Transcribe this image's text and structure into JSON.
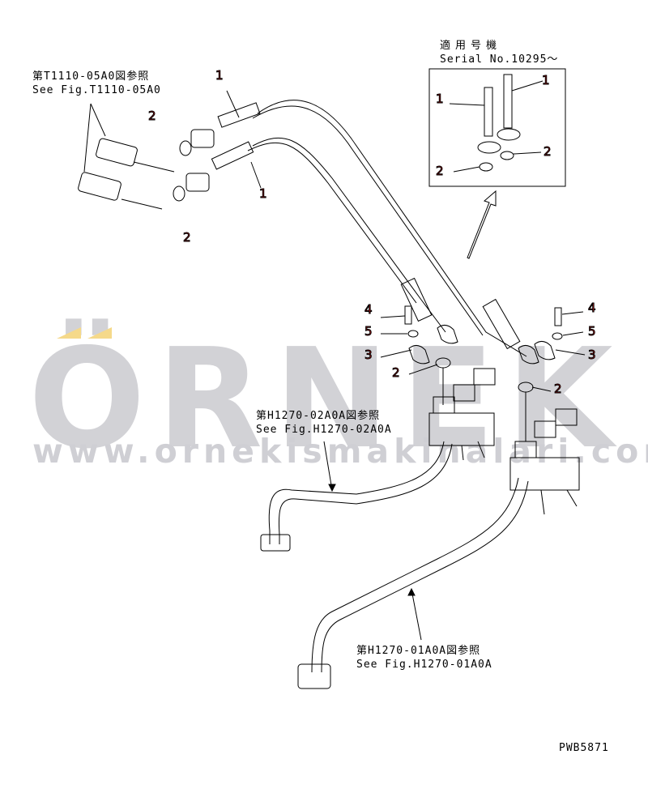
{
  "watermark": {
    "brand": "ÖRNEK",
    "url": "www.ornekismakinalari.com.tr",
    "accent_color": "#f5d98a"
  },
  "refs": {
    "t1110": {
      "jp": "第T1110-05A0図参照",
      "en": "See Fig.T1110-05A0"
    },
    "h1270_02": {
      "jp": "第H1270-02A0A図参照",
      "en": "See Fig.H1270-02A0A"
    },
    "h1270_01": {
      "jp": "第H1270-01A0A図参照",
      "en": "See Fig.H1270-01A0A"
    }
  },
  "serial_box": {
    "jp": "適用号機",
    "en": "Serial No.10295～"
  },
  "callouts": {
    "c1": "1",
    "c2": "2",
    "c3": "3",
    "c4": "4",
    "c5": "5"
  },
  "figure_id": "PWB5871",
  "colors": {
    "callout": "#dd2222",
    "line": "#000000"
  }
}
